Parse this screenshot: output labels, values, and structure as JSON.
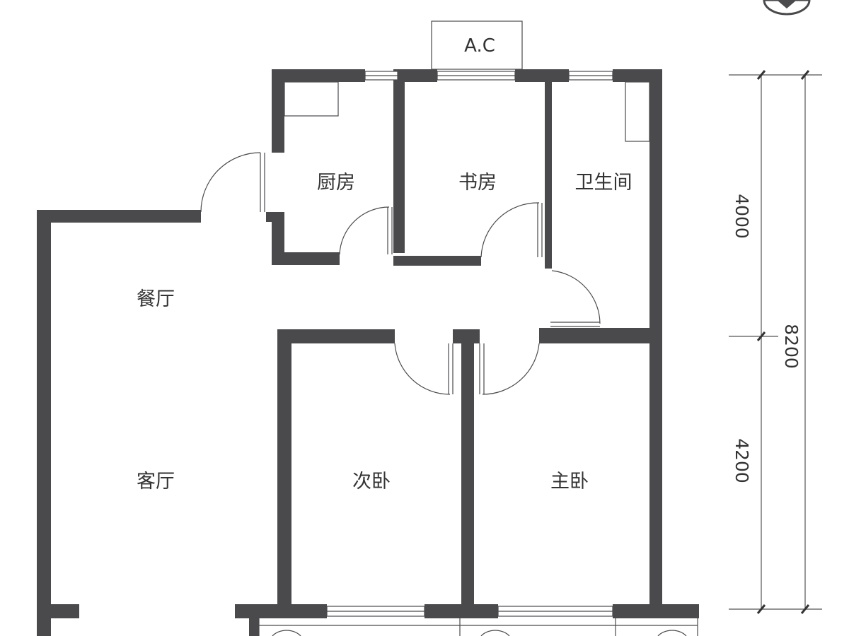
{
  "rooms": {
    "kitchen": "厨房",
    "study": "书房",
    "bathroom": "卫生间",
    "dining": "餐厅",
    "living": "客厅",
    "second_bedroom": "次卧",
    "master_bedroom": "主卧"
  },
  "ac_label": "A.C",
  "dimensions": {
    "upper": "4000",
    "lower": "4200",
    "total": "8200"
  }
}
